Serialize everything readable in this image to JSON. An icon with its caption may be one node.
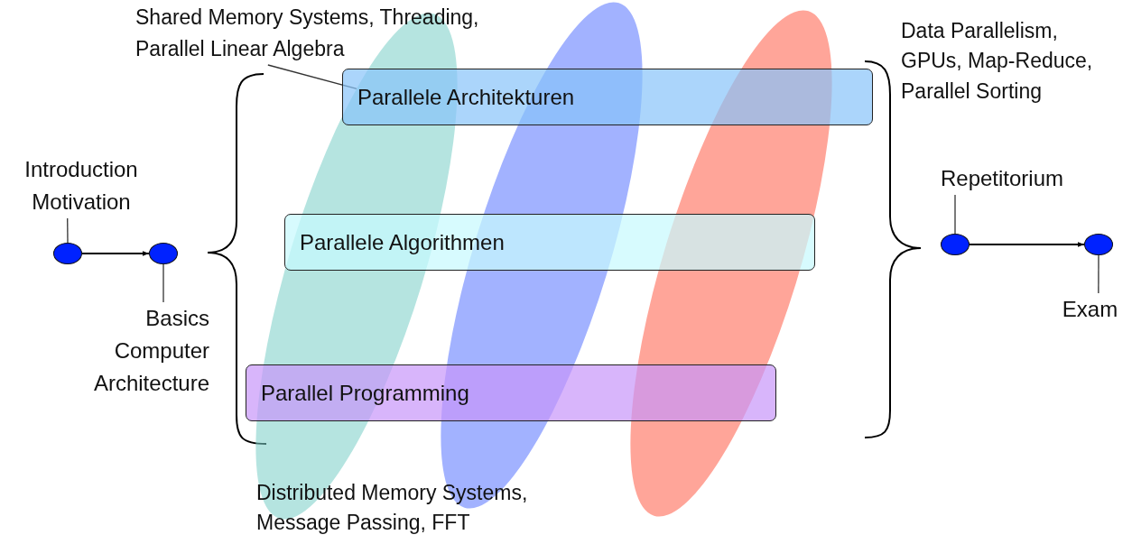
{
  "diagram": {
    "nodes": [
      {
        "text": [
          "Shared Memory Systems, Threading, Parallel Linear Algebra"
        ]
      },
      {
        "text": [
          "Introduction Motivation"
        ]
      },
      {
        "text": [],
        "shape": "circle"
      },
      {
        "text": [],
        "shape": "circle"
      },
      {
        "text": [
          "Basics Computer Architecture"
        ]
      },
      {
        "text": [],
        "shape": "ellipse"
      },
      {
        "text": [],
        "shape": "ellipse"
      },
      {
        "text": [],
        "shape": "ellipse"
      },
      {
        "text": [
          "Parallele Architekturen"
        ]
      },
      {
        "text": [
          "Parallele Algorithmen"
        ]
      },
      {
        "text": [
          "Parallel Programming"
        ]
      },
      {
        "text": [
          "Repetitorium"
        ]
      },
      {
        "text": [],
        "shape": "circle"
      },
      {
        "text": [],
        "shape": "circle"
      },
      {
        "text": [
          "Exam"
        ]
      }
    ],
    "edges": [
      {
        "from": 0,
        "to": 5,
        "arrow": "none"
      },
      {
        "from": 1,
        "to": 2,
        "arrow": "none"
      },
      {
        "from": 2,
        "to": 3,
        "arrow": "to"
      },
      {
        "from": 4,
        "to": 3,
        "arrow": "none"
      },
      {
        "from": 11,
        "to": 12,
        "arrow": "none"
      },
      {
        "from": 12,
        "to": 13,
        "arrow": "to"
      },
      {
        "from": 14,
        "to": 13,
        "arrow": "none"
      }
    ],
    "labels": [
      "Data Parallelism, GPUs, Map-Reduce, Parallel Sorting",
      "Distributed Memory Systems, Message Passing, FFT"
    ]
  }
}
